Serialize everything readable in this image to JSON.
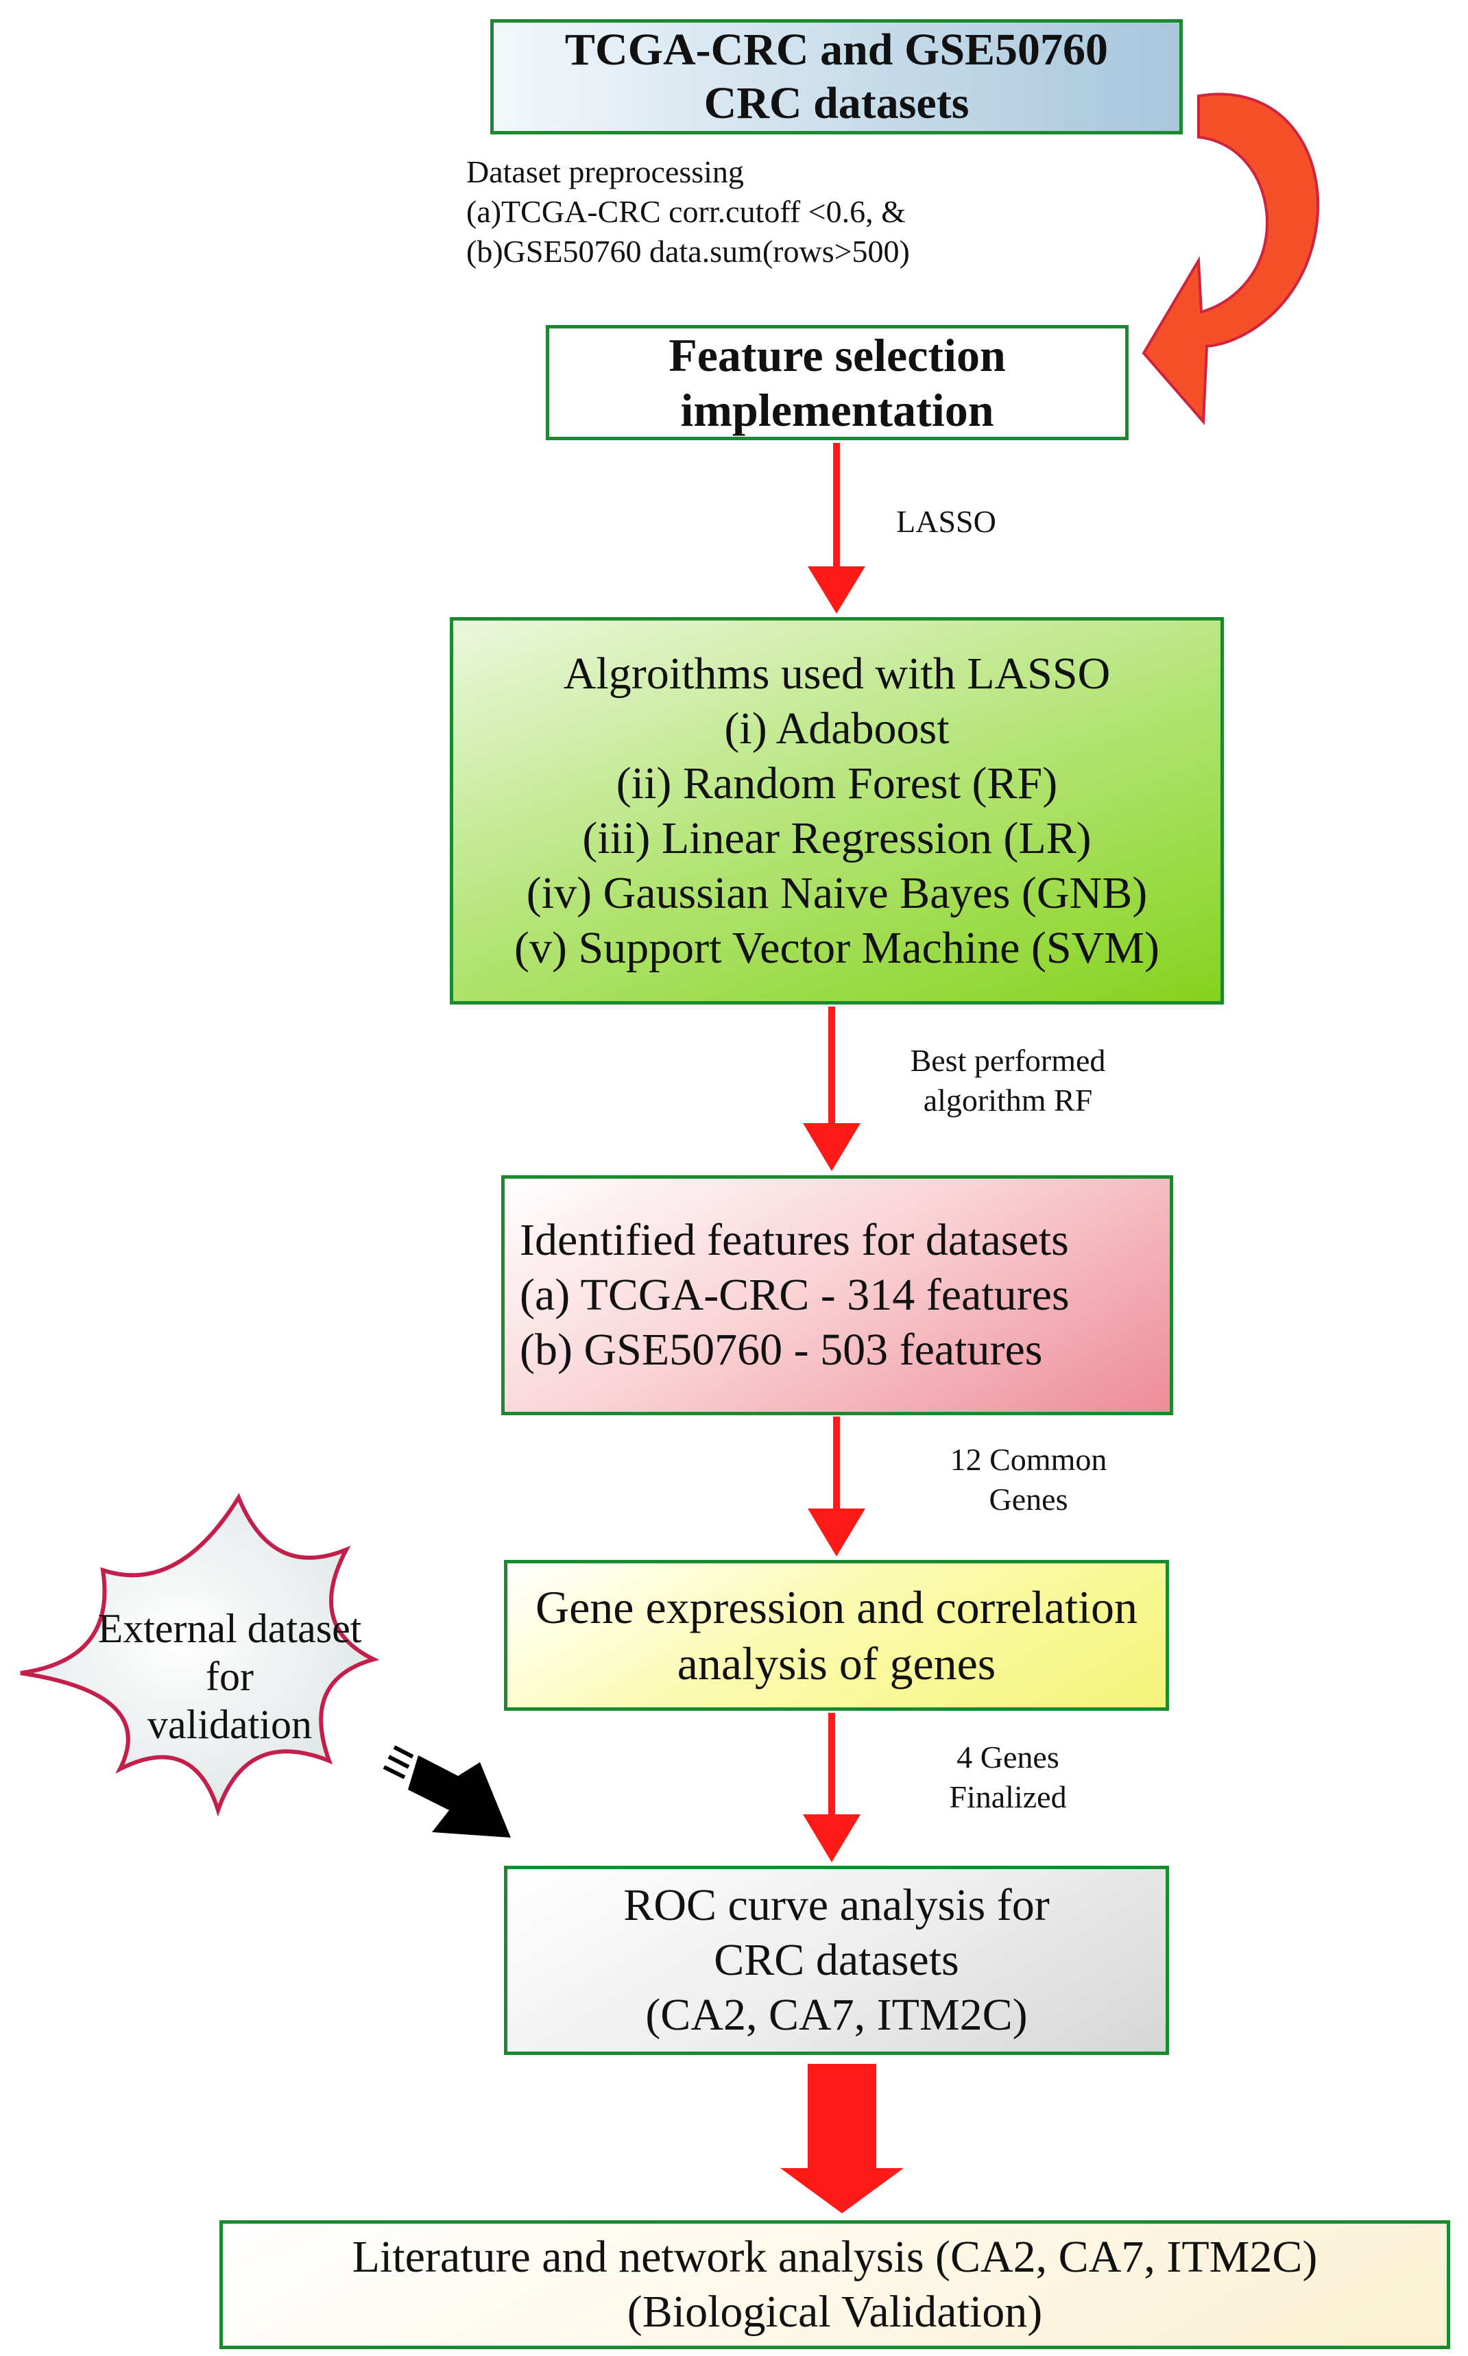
{
  "boxes": {
    "datasets": [
      "TCGA-CRC and GSE50760",
      "CRC datasets"
    ],
    "feature_selection": [
      "Feature selection",
      "implementation"
    ],
    "algorithms": [
      "Algroithms used with LASSO",
      "(i) Adaboost",
      "(ii) Random Forest (RF)",
      "(iii) Linear Regression (LR)",
      "(iv) Gaussian Naive Bayes (GNB)",
      "(v) Support Vector Machine (SVM)"
    ],
    "identified": [
      "Identified features for datasets",
      "(a) TCGA-CRC - 314 features",
      "(b) GSE50760 - 503 features"
    ],
    "gene_expression": [
      "Gene expression and correlation",
      "analysis of genes"
    ],
    "roc": [
      "ROC curve analysis for",
      "CRC datasets",
      "(CA2, CA7, ITM2C)"
    ],
    "literature": [
      "Literature and network analysis (CA2, CA7, ITM2C)",
      "(Biological Validation)"
    ]
  },
  "edge_labels": {
    "preprocessing": [
      "Dataset preprocessing",
      "(a)TCGA-CRC corr.cutoff <0.6, &",
      "(b)GSE50760 data.sum(rows>500)"
    ],
    "lasso": [
      "LASSO"
    ],
    "best": [
      "Best performed",
      "algorithm RF"
    ],
    "common": [
      "12 Common",
      "Genes"
    ],
    "finalized": [
      "4 Genes",
      "Finalized"
    ]
  },
  "external": [
    "External dataset",
    "for",
    "validation"
  ],
  "colors": {
    "box_border": "#1a8a2e",
    "arrow_red": "#ff1a1a",
    "curved_arrow": "#f5502a",
    "curved_arrow_edge": "#d0243c",
    "star_border": "#c41e4a",
    "star_fill": "#eef2f2",
    "black_arrow": "#000000"
  }
}
